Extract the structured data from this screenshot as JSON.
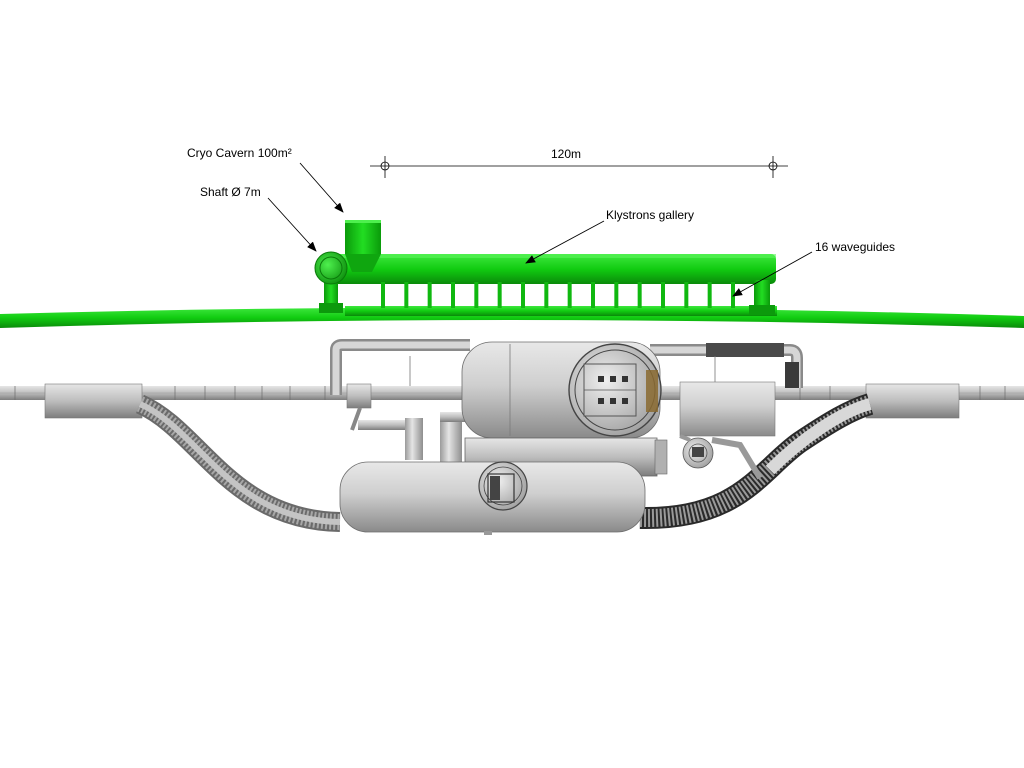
{
  "labels": {
    "cryo_cavern": "Cryo Cavern 100m²",
    "shaft": "Shaft Ø 7m",
    "klystrons_gallery": "Klystrons gallery",
    "waveguides": "16 waveguides",
    "length": "120m"
  },
  "colors": {
    "gallery_green": "#11cc11",
    "gallery_dark": "#0a8a0a",
    "machine_grey": "#c8c8c8",
    "machine_dark": "#7a7a7a"
  },
  "waveguide_count": 16
}
